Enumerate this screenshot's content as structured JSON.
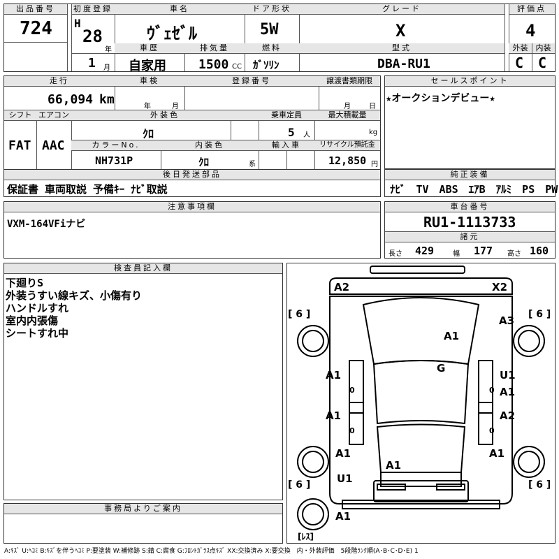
{
  "top": {
    "lot_label": "出品番号",
    "lot_no": "724",
    "first_reg_label": "初度登録",
    "era": "H",
    "year": "28",
    "year_unit": "年",
    "month": "1",
    "month_unit": "月",
    "model_label": "車名",
    "model": "ｳﾞｪｾﾞﾙ",
    "doors_label": "ドア形状",
    "doors": "5W",
    "grade_label": "グレード",
    "grade": "X",
    "score_label": "評価点",
    "score": "4",
    "history_label": "車歴",
    "history": "自家用",
    "displacement_label": "排気量",
    "displacement": "1500",
    "cc_unit": "CC",
    "fuel_label": "燃料",
    "fuel": "ｶﾞｿﾘﾝ",
    "type_label": "型式",
    "type_code": "DBA-RU1",
    "exterior_label": "外装",
    "exterior": "C",
    "interior_label": "内装",
    "interior": "C"
  },
  "row2": {
    "mileage_label": "走行",
    "mileage": "66,094",
    "mileage_unit": "km",
    "inspection_label": "車検",
    "year_unit": "年",
    "month_unit": "月",
    "plate_label": "登録番号",
    "deadline_label": "譲渡書類期限",
    "deadline_month": "月",
    "deadline_day": "日",
    "shift_label": "シフト",
    "shift": "FAT",
    "ac_label": "エアコン",
    "ac": "AAC",
    "ext_color_label": "外装色",
    "ext_color": "ｸﾛ",
    "seats_label": "乗車定員",
    "seats": "5",
    "seats_unit": "人",
    "load_label": "最大積載量",
    "load_unit": "kg",
    "color_no_label": "カラーNo.",
    "color_no": "NH731P",
    "int_color_label": "内装色",
    "int_color": "ｸﾛ",
    "int_color_unit": "系",
    "import_label": "輸入車",
    "recycle_label": "リサイクル預託金",
    "recycle": "12,850",
    "recycle_unit": "円",
    "sales_label": "セールスポイント",
    "sales": "★オークションデビュー★"
  },
  "later": {
    "label": "後日発送部品",
    "text": "保証書 車両取説 予備ｷｰ ﾅﾋﾞ取説"
  },
  "equip": {
    "label": "純正装備",
    "items": "ﾅﾋﾞ　TV　ABS　ｴｱB　ｱﾙﾐ　PS　PW"
  },
  "notes": {
    "label": "注意事項欄",
    "text": "VXM-164VFiナビ"
  },
  "chassis": {
    "label": "車台番号",
    "number": "RU1-1113733",
    "spec_label": "諸元",
    "length_label": "長さ",
    "length": "429",
    "width_label": "幅",
    "width": "177",
    "height_label": "高さ",
    "height": "160"
  },
  "inspector": {
    "label": "検査員記入欄",
    "lines": [
      "下廻りS",
      "外装うすい線キズ、小傷有り",
      "ハンドルすれ",
      "室内内張傷",
      "シートすれ中"
    ]
  },
  "office": {
    "label": "事務局よりご案内"
  },
  "diagram": {
    "marks": [
      "A2",
      "X2",
      "A3",
      "A1",
      "G",
      "A1",
      "U1",
      "A1",
      "A1",
      "A2",
      "A1",
      "A1",
      "A1",
      "U1",
      "A1"
    ],
    "tire_marks": [
      "[ 6 ]",
      "[ 6 ]",
      "[ 6 ]",
      "[ 6 ]"
    ],
    "spare": "[ﾚｽ]",
    "zeros": [
      "0",
      "0",
      "0",
      "0"
    ]
  },
  "legend": "A:ｷｽﾞ U:ﾍｺﾐ B:ｷｽﾞを伴うﾍｺﾐ P:要塗装 W:補修跡 S:錆 C:腐食 G:ﾌﾛﾝﾄｶﾞﾗｽ点ｷｽﾞ XX:交換済み X:要交換　内・外装評価　5段階ﾗﾝｸ順(A･B･C･D･E) 1"
}
